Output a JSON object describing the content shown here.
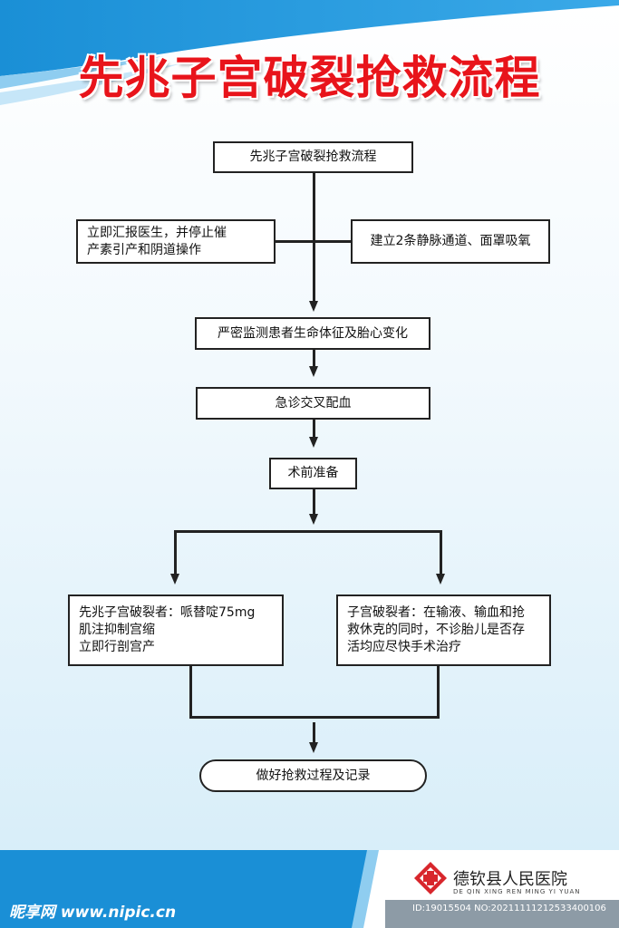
{
  "title": "先兆子宫破裂抢救流程",
  "steps": {
    "start": "先兆子宫破裂抢救流程",
    "left_action": [
      "立即汇报医生，并停止催",
      "产素引产和阴道操作"
    ],
    "right_action": "建立2条静脉通道、面罩吸氧",
    "monitor": "严密监测患者生命体征及胎心变化",
    "blood": "急诊交叉配血",
    "preop": "术前准备",
    "branch_threatened": [
      "先兆子宫破裂者：哌替啶75mg",
      "肌注抑制宫缩",
      "立即行剖宫产"
    ],
    "branch_rupture": [
      "子宫破裂者：在输液、输血和抢",
      "救休克的同时，不诊胎儿是否存",
      "活均应尽快手术治疗"
    ],
    "end": "做好抢救过程及记录"
  },
  "footer": {
    "hospital_name": "德钦县人民医院",
    "hospital_pinyin": "DE QIN XING REN MING YI YUAN",
    "watermark": "昵享网 www.nipic.cn",
    "image_id": "ID:19015504 NO:20211111212533400106"
  },
  "colors": {
    "title": "#e8141b",
    "banner_blue": "#1a8fd6",
    "logo_red": "#d8262c"
  },
  "icons": [
    "hospital-cross-logo-icon"
  ]
}
